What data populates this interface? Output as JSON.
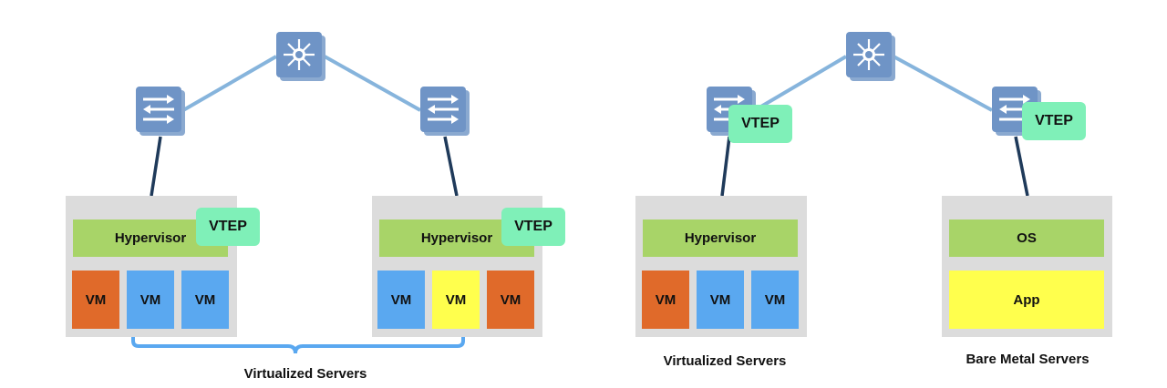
{
  "colors": {
    "vm_orange": "#e06a2a",
    "vm_blue": "#5aa8f0",
    "vm_yellow": "#ffff4d",
    "hypervisor_green": "#a8d468",
    "vtep_green": "#7ff0b8",
    "server_gray": "#dcdcdc",
    "link_light": "#86b4dc",
    "link_dark": "#1f3a5a",
    "bracket_blue": "#5aa8f0"
  },
  "icons": {
    "core": "router-icon",
    "leaf": "switch-icon"
  },
  "left_topology": {
    "server_a": {
      "hypervisor": "Hypervisor",
      "vtep": "VTEP",
      "vms": [
        {
          "label": "VM",
          "color": "orange"
        },
        {
          "label": "VM",
          "color": "blue"
        },
        {
          "label": "VM",
          "color": "blue"
        }
      ]
    },
    "server_b": {
      "hypervisor": "Hypervisor",
      "vtep": "VTEP",
      "vms": [
        {
          "label": "VM",
          "color": "blue"
        },
        {
          "label": "VM",
          "color": "yellow"
        },
        {
          "label": "VM",
          "color": "orange"
        }
      ]
    },
    "caption": "Virtualized Servers"
  },
  "right_topology": {
    "leaf_a_vtep": "VTEP",
    "leaf_b_vtep": "VTEP",
    "virtual_server": {
      "hypervisor": "Hypervisor",
      "vms": [
        {
          "label": "VM",
          "color": "orange"
        },
        {
          "label": "VM",
          "color": "blue"
        },
        {
          "label": "VM",
          "color": "blue"
        }
      ],
      "caption": "Virtualized Servers"
    },
    "bare_metal_server": {
      "os": "OS",
      "app": "App",
      "caption": "Bare Metal Servers"
    }
  }
}
